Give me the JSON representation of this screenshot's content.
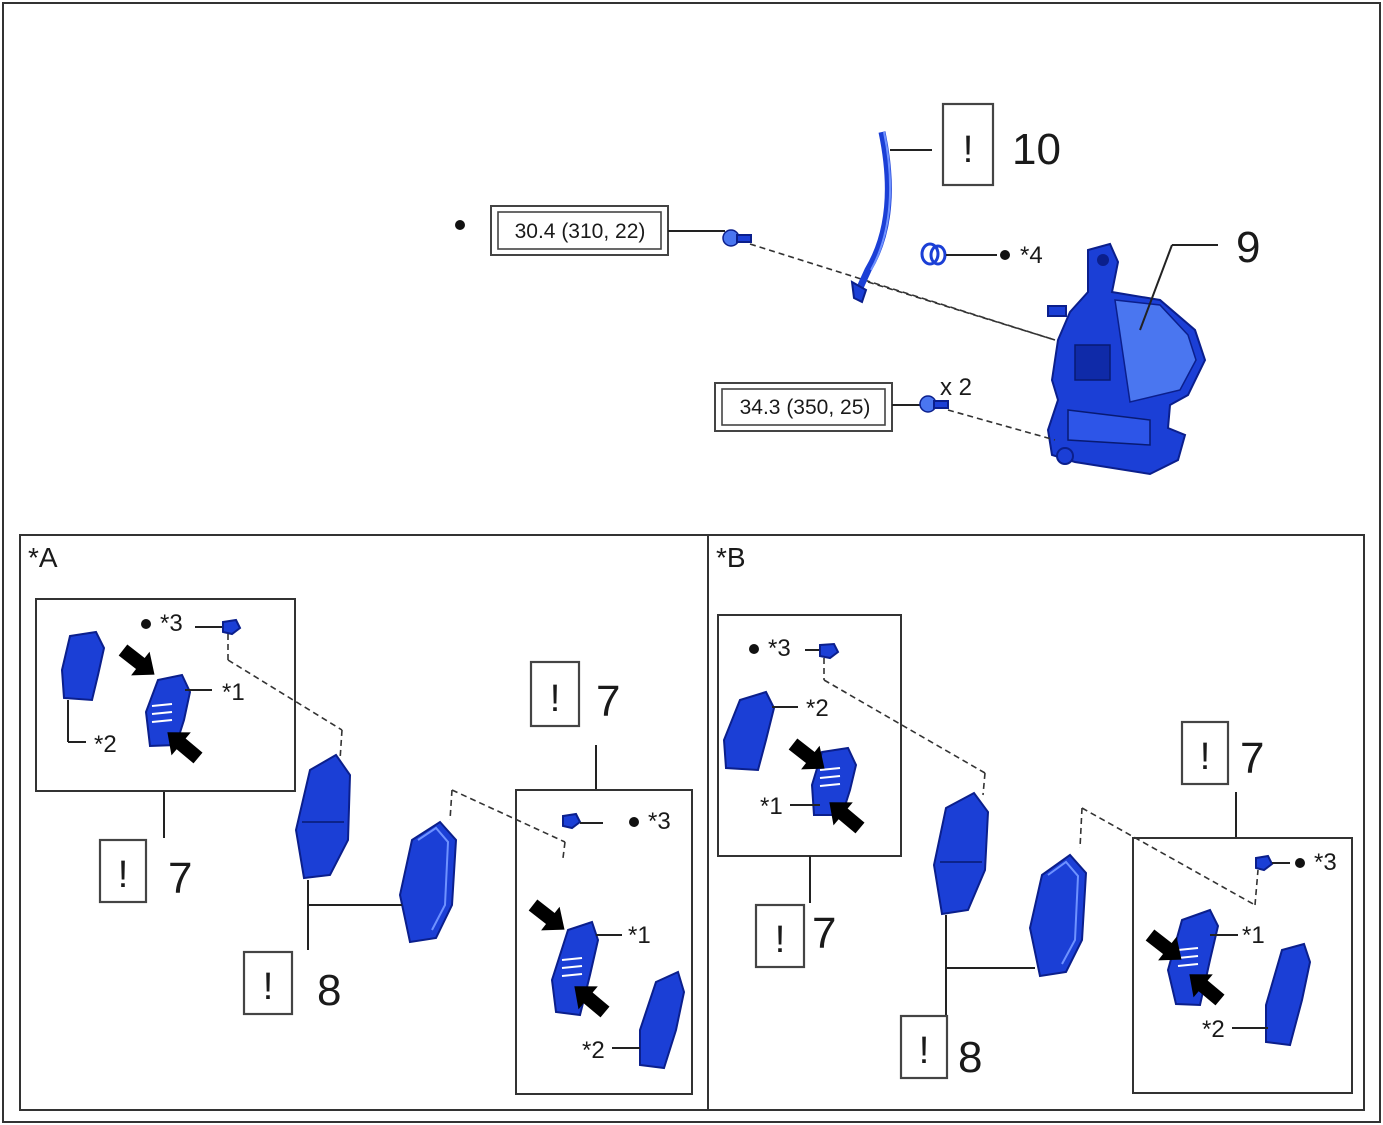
{
  "top": {
    "torque_1": "30.4 (310, 22)",
    "torque_2": "34.3 (350, 25)",
    "qty": "x 2",
    "callout_10": "10",
    "callout_9": "9",
    "star_4": "*4"
  },
  "panelA": {
    "title": "*A",
    "star_3a": "*3",
    "star_1a": "*1",
    "star_2a": "*2",
    "num_7a": "7",
    "num_8": "8",
    "num_7b": "7",
    "star_3b": "*3",
    "star_1b": "*1",
    "star_2b": "*2"
  },
  "panelB": {
    "title": "*B",
    "star_3a": "*3",
    "star_2a": "*2",
    "star_1a": "*1",
    "num_7a": "7",
    "num_8": "8",
    "num_7b": "7",
    "star_3b": "*3",
    "star_1b": "*1",
    "star_2b": "*2"
  },
  "caution_symbol": "!",
  "colors": {
    "part": "#1b3fd6",
    "part_light": "#4a76f0",
    "outline": "#0b1f8c"
  },
  "icons": [
    "caution-box-icon",
    "black-arrow-icon",
    "bullet-dot-icon"
  ]
}
